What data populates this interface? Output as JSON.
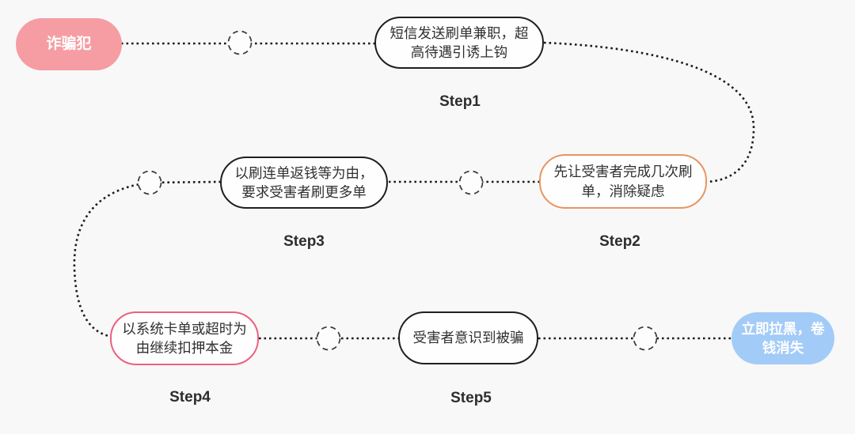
{
  "canvas": {
    "background": "#f8f8f9",
    "connector_color": "#1c1c1c"
  },
  "nodes": {
    "start": {
      "label": "诈骗犯",
      "fill": "#f59da3",
      "text_color": "#ffffff"
    },
    "step1": {
      "lines": [
        "短信发送刷单兼职，超",
        "高待遇引诱上钩"
      ],
      "step_label": "Step1",
      "border_color": "#1f1f1f"
    },
    "step2": {
      "lines": [
        "先让受害者完成几次刷",
        "单，消除疑虑"
      ],
      "step_label": "Step2",
      "border_color": "#e8955f"
    },
    "step3": {
      "lines": [
        "以刷连单返钱等为由，",
        "要求受害者刷更多单"
      ],
      "step_label": "Step3",
      "border_color": "#1f1f1f"
    },
    "step4": {
      "lines": [
        "以系统卡单或超时为",
        "由继续扣押本金"
      ],
      "step_label": "Step4",
      "border_color": "#ee5f7d"
    },
    "step5": {
      "lines": [
        "受害者意识到被骗"
      ],
      "step_label": "Step5",
      "border_color": "#1f1f1f"
    },
    "end": {
      "lines": [
        "立即拉黑，卷",
        "钱消失"
      ],
      "fill": "#a3cbf7",
      "text_color": "#ffffff"
    }
  }
}
